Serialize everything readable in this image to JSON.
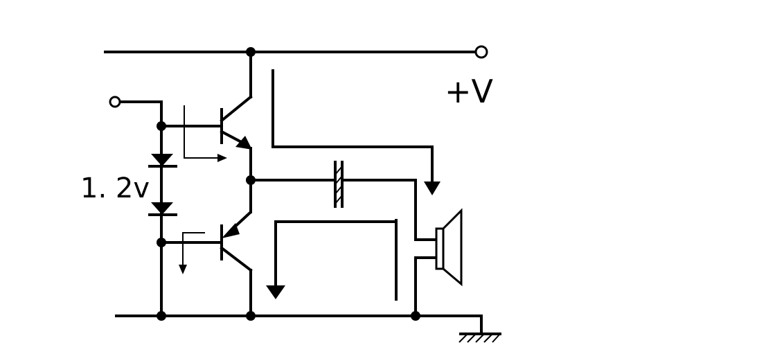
{
  "diagram": {
    "type": "circuit-schematic",
    "labels": {
      "supply": "+V",
      "diode_drop": "1. 2v"
    },
    "colors": {
      "stroke": "#000000",
      "background": "#ffffff"
    },
    "components": [
      "upper-npn-transistor",
      "lower-pnp-transistor",
      "bias-diode-1",
      "bias-diode-2",
      "output-capacitor",
      "speaker",
      "ground"
    ]
  }
}
